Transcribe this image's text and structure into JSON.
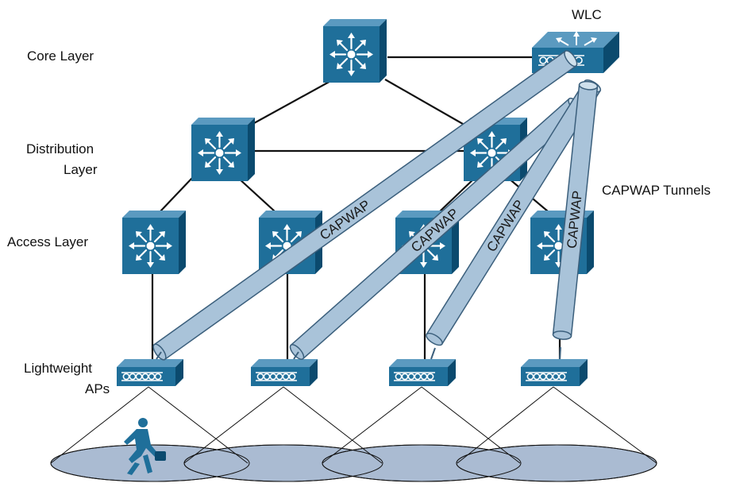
{
  "labels": {
    "core_layer": "Core Layer",
    "distribution_layer_line1": "Distribution",
    "distribution_layer_line2": "Layer",
    "access_layer": "Access Layer",
    "lightweight_aps_line1": "Lightweight",
    "lightweight_aps_line2": "APs",
    "wlc": "WLC",
    "capwap_tunnels": "CAPWAP Tunnels"
  },
  "tunnels": [
    {
      "label": "CAPWAP"
    },
    {
      "label": "CAPWAP"
    },
    {
      "label": "CAPWAP"
    },
    {
      "label": "CAPWAP"
    }
  ],
  "colors": {
    "switch_blue": "#1f6f9a",
    "switch_dark": "#0f4f73",
    "tunnel_fill": "#a9c3d9",
    "tunnel_stroke": "#3b5f7c",
    "coverage_fill": "#aabbd2",
    "link": "#111111"
  },
  "icons": {
    "switch": "layer3-switch-icon",
    "wlc": "wireless-lan-controller-icon",
    "ap": "lightweight-ap-icon",
    "user": "walking-user-icon"
  }
}
